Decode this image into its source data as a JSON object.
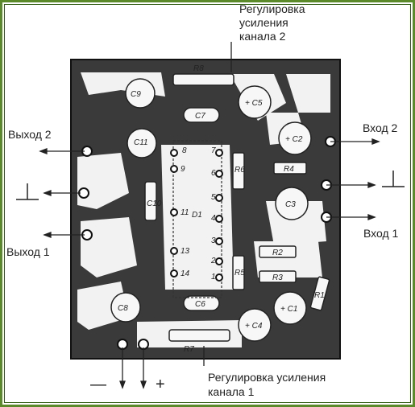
{
  "labels": {
    "gain_ch2": [
      "Регулировка",
      "усиления",
      "канала 2"
    ],
    "gain_ch1": [
      "Регулировка усиления",
      "канала 1"
    ],
    "out2": "Выход 2",
    "out1": "Выход 1",
    "in2": "Вход 2",
    "in1": "Вход 1",
    "minus": "—",
    "plus": "+"
  },
  "components": {
    "r8": "R8",
    "r7": "R7",
    "c9": "C9",
    "c11": "C11",
    "c7": "C7",
    "c5": "+ C5",
    "c2": "+ C2",
    "r6": "R6",
    "r4": "R4",
    "c3": "C3",
    "c10": "C10",
    "d1": "D1",
    "c8": "C8",
    "c6": "C6",
    "c4": "+ C4",
    "c1": "+ C1",
    "r5": "R5",
    "r2": "R2",
    "r3": "R3",
    "r1": "R1"
  },
  "pins": {
    "p8": "8",
    "p9": "9",
    "p11": "11",
    "p13": "13",
    "p14": "14",
    "p7": "7",
    "p6": "6",
    "p5": "5",
    "p4": "4",
    "p3": "3",
    "p2": "2",
    "p1": "1"
  },
  "colors": {
    "frame": "#5a8a2a",
    "board": "#2a2a2a",
    "ink": "#222222"
  }
}
